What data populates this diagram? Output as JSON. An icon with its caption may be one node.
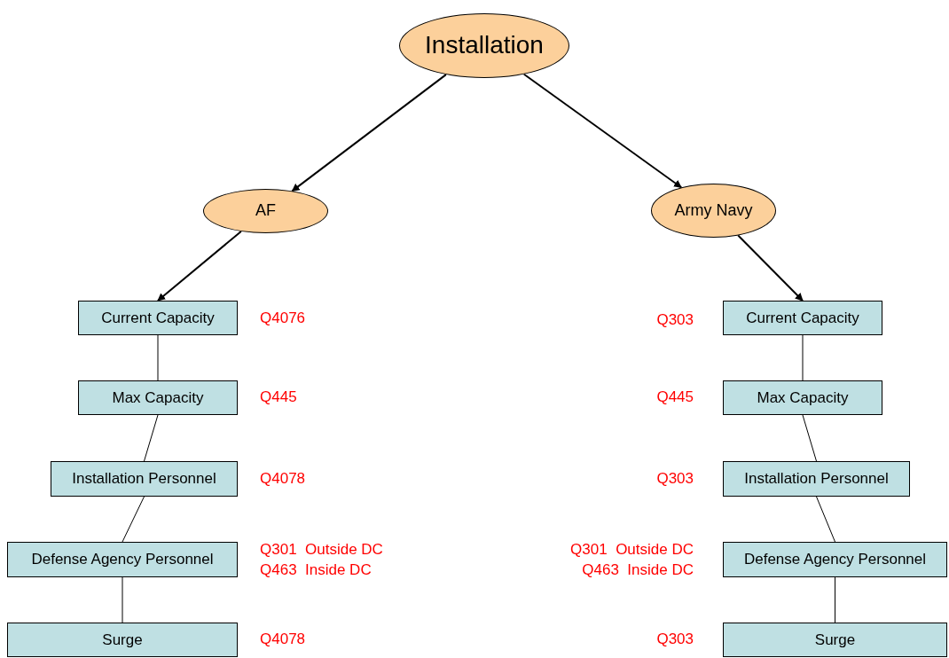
{
  "diagram": {
    "nodes": [
      {
        "text": [
          "Installation"
        ]
      },
      {
        "text": [
          "AF"
        ]
      },
      {
        "text": [
          "Army Navy"
        ]
      },
      {
        "text": [
          "Current Capacity"
        ],
        "beside": [
          "Q4076"
        ]
      },
      {
        "text": [
          "Max Capacity"
        ],
        "beside": [
          "Q445"
        ]
      },
      {
        "text": [
          "Installation Personnel"
        ],
        "beside": [
          "Q4078"
        ]
      },
      {
        "text": [
          "Defense Agency Personnel"
        ],
        "beside": [
          "Q301  Outside DC",
          "Q463  Inside DC"
        ]
      },
      {
        "text": [
          "Surge"
        ],
        "beside": [
          "Q4078"
        ]
      },
      {
        "text": [
          "Current Capacity"
        ],
        "beside": [
          "Q303"
        ]
      },
      {
        "text": [
          "Max Capacity"
        ],
        "beside": [
          "Q445"
        ]
      },
      {
        "text": [
          "Installation Personnel"
        ],
        "beside": [
          "Q303"
        ]
      },
      {
        "text": [
          "Defense Agency Personnel"
        ],
        "beside": [
          "Q301  Outside DC",
          "Q463  Inside DC"
        ]
      },
      {
        "text": [
          "Surge"
        ],
        "beside": [
          "Q303"
        ]
      }
    ],
    "edges": [
      {
        "from": 0,
        "to": 1,
        "arrow": "to"
      },
      {
        "from": 0,
        "to": 2,
        "arrow": "to"
      },
      {
        "from": 1,
        "to": 3,
        "arrow": "to"
      },
      {
        "from": 2,
        "to": 8,
        "arrow": "to"
      },
      {
        "from": 3,
        "to": 4,
        "arrow": "none"
      },
      {
        "from": 4,
        "to": 5,
        "arrow": "none"
      },
      {
        "from": 5,
        "to": 6,
        "arrow": "none"
      },
      {
        "from": 6,
        "to": 7,
        "arrow": "none"
      },
      {
        "from": 8,
        "to": 9,
        "arrow": "none"
      },
      {
        "from": 9,
        "to": 10,
        "arrow": "none"
      },
      {
        "from": 10,
        "to": 11,
        "arrow": "none"
      },
      {
        "from": 11,
        "to": 12,
        "arrow": "none"
      }
    ]
  }
}
